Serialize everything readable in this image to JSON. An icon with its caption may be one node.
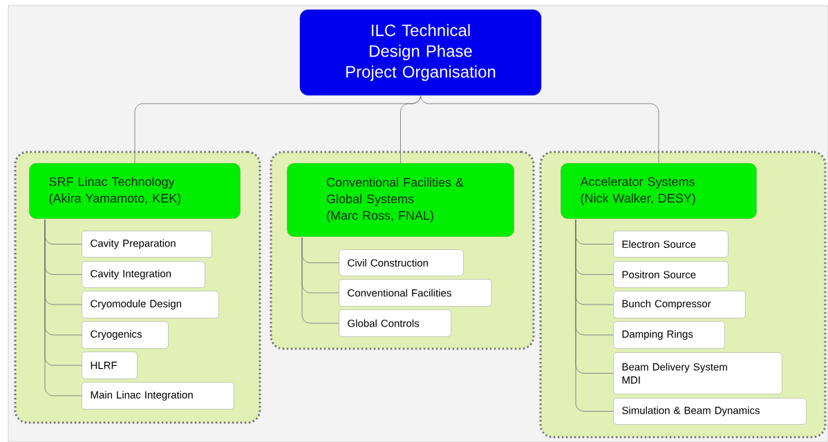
{
  "diagram": {
    "nodes": [
      {
        "text": [
          "ILC Technical Design Phase Project Organisation"
        ]
      },
      {
        "text": [],
        "shape": "box"
      },
      {
        "text": [
          "SRF Linac Technology",
          "(Akira Yamamoto, KEK)"
        ],
        "in": 1
      },
      {
        "text": [
          "Cavity Preparation"
        ],
        "in": 1
      },
      {
        "text": [
          "Cavity Integration"
        ],
        "in": 1
      },
      {
        "text": [
          "Cryomodule Design"
        ],
        "in": 1
      },
      {
        "text": [
          "Cryogenics"
        ],
        "in": 1
      },
      {
        "text": [
          "HLRF"
        ],
        "in": 1
      },
      {
        "text": [
          "Main Linac Integration"
        ],
        "in": 1
      },
      {
        "text": [],
        "shape": "box"
      },
      {
        "text": [
          "Conventional Facilities & Global Systems",
          "(Marc Ross, FNAL)"
        ],
        "in": 9
      },
      {
        "text": [
          "Civil Construction"
        ],
        "in": 9
      },
      {
        "text": [
          "Conventional Facilities"
        ],
        "in": 9
      },
      {
        "text": [
          "Global Controls"
        ],
        "in": 9
      },
      {
        "text": [],
        "shape": "box"
      },
      {
        "text": [
          "Accelerator Systems",
          "(Nick Walker, DESY)"
        ],
        "in": 14
      },
      {
        "text": [
          "Electron Source"
        ],
        "in": 14
      },
      {
        "text": [
          "Positron Source"
        ],
        "in": 14
      },
      {
        "text": [
          "Bunch Compressor"
        ],
        "in": 14
      },
      {
        "text": [
          "Damping Rings"
        ],
        "in": 14
      },
      {
        "text": [
          "Beam Delivery System MDI"
        ],
        "in": 14
      },
      {
        "text": [
          "Simulation & Beam Dynamics"
        ],
        "in": 14
      }
    ],
    "edges": [
      {
        "from": 0,
        "to": 2,
        "arrow": "none"
      },
      {
        "from": 0,
        "to": 10,
        "arrow": "none"
      },
      {
        "from": 0,
        "to": 15,
        "arrow": "none"
      },
      {
        "from": 2,
        "to": 3,
        "arrow": "none"
      },
      {
        "from": 2,
        "to": 4,
        "arrow": "none"
      },
      {
        "from": 2,
        "to": 5,
        "arrow": "none"
      },
      {
        "from": 2,
        "to": 6,
        "arrow": "none"
      },
      {
        "from": 2,
        "to": 7,
        "arrow": "none"
      },
      {
        "from": 2,
        "to": 8,
        "arrow": "none"
      },
      {
        "from": 10,
        "to": 11,
        "arrow": "none"
      },
      {
        "from": 10,
        "to": 12,
        "arrow": "none"
      },
      {
        "from": 10,
        "to": 13,
        "arrow": "none"
      },
      {
        "from": 15,
        "to": 16,
        "arrow": "none"
      },
      {
        "from": 15,
        "to": 17,
        "arrow": "none"
      },
      {
        "from": 15,
        "to": 18,
        "arrow": "none"
      },
      {
        "from": 15,
        "to": 19,
        "arrow": "none"
      },
      {
        "from": 15,
        "to": 20,
        "arrow": "none"
      },
      {
        "from": 15,
        "to": 21,
        "arrow": "none"
      }
    ]
  }
}
